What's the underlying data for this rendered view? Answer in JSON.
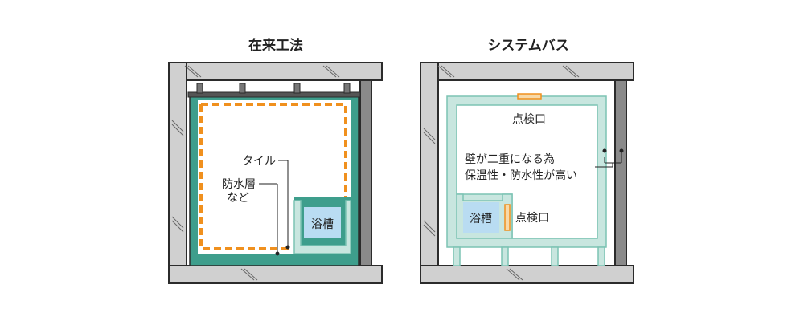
{
  "left_panel": {
    "title": "在来工法",
    "tile_label": "タイル",
    "waterproof_label_line1": "防水層",
    "waterproof_label_line2": "など",
    "bathtub_label": "浴槽"
  },
  "right_panel": {
    "title": "システムバス",
    "inspection_top_label": "点検口",
    "feature_line1": "壁が二重になる為",
    "feature_line2": "保温性・防水性が高い",
    "bathtub_label": "浴槽",
    "inspection_side_label": "点検口"
  },
  "colors": {
    "concrete": "#d0d0d0",
    "outline": "#2b2b2b",
    "interior_wall_teal": "#3e9e8c",
    "unit_mint": "#c8e6df",
    "unit_outline": "#7cc3b4",
    "bathtub_blue": "#b9dcf2",
    "waterproof_orange": "#f0901e",
    "dark_pipe": "#555555"
  }
}
